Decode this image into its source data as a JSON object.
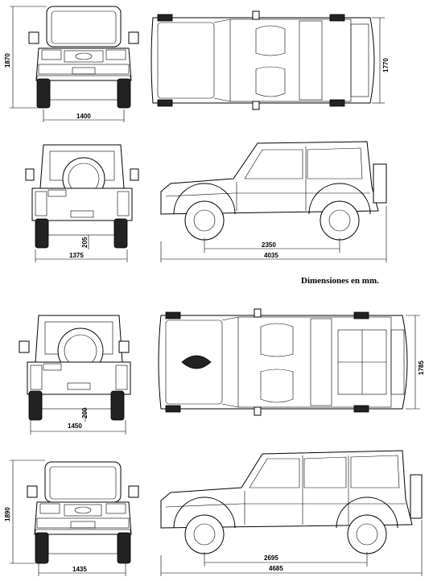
{
  "caption": "Dimensiones en mm.",
  "dimensions": {
    "short_front_height": "1870",
    "short_front_track": "1400",
    "short_top_width": "1770",
    "short_rear_track": "1375",
    "short_ground_clearance": "205",
    "short_wheelbase": "2350",
    "short_length": "4035",
    "long_top_width": "1785",
    "long_rear_track": "1450",
    "long_ground_clearance": "200",
    "long_front_height": "1890",
    "long_front_track": "1435",
    "long_wheelbase": "2695",
    "long_length": "4685"
  }
}
